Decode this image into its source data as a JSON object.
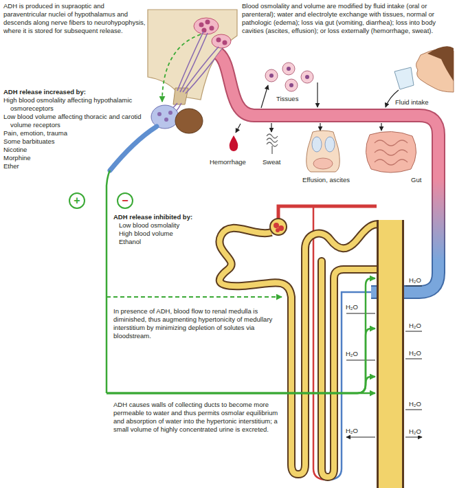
{
  "diagram": {
    "nodes": [
      {
        "text": [
          "+"
        ]
      },
      {
        "text": [
          "−"
        ]
      }
    ],
    "labels": [
      "ADH is produced in supraoptic and paraventricular nuclei of hypothalamus and descends along nerve fibers to neurohypophysis, where it is stored for subsequent release.",
      "Blood osmolality and volume are modified by fluid intake (oral or parenteral); water and electrolyte exchange with tissues, normal or pathologic (edema); loss via gut (vomiting, diarrhea); loss into body cavities (ascites, effusion); or loss externally (hemorrhage, sweat).",
      "Tissues",
      "Fluid intake",
      "Hemorrhage",
      "Sweat",
      "Effusion, ascites",
      "Gut",
      "ADH release increased by:",
      "High blood osmolality affecting hypothalamic osmoreceptors",
      "Low blood volume affecting thoracic and carotid volume receptors",
      "Pain, emotion, trauma",
      "Some barbituates",
      "Nicotine",
      "Morphine",
      "Ether",
      "ADH release inhibited by:",
      "Low blood osmolality",
      "High blood volume",
      "Ethanol",
      "In presence of ADH, blood flow to renal medulla is diminished, thus augmenting hypertonicity of medullary interstitium by minimizing depletion of solutes via bloodstream.",
      "ADH causes walls of collecting ducts to become more permeable to water and thus permits osmolar equilibrium and absorption of water into the hypertonic interstitium; a small volume of highly concentrated urine is excreted.",
      "H₂O",
      "H₂O",
      "H₂O",
      "H₂O",
      "H₂O",
      "H₂O",
      "H₂O",
      "H₂O"
    ]
  }
}
